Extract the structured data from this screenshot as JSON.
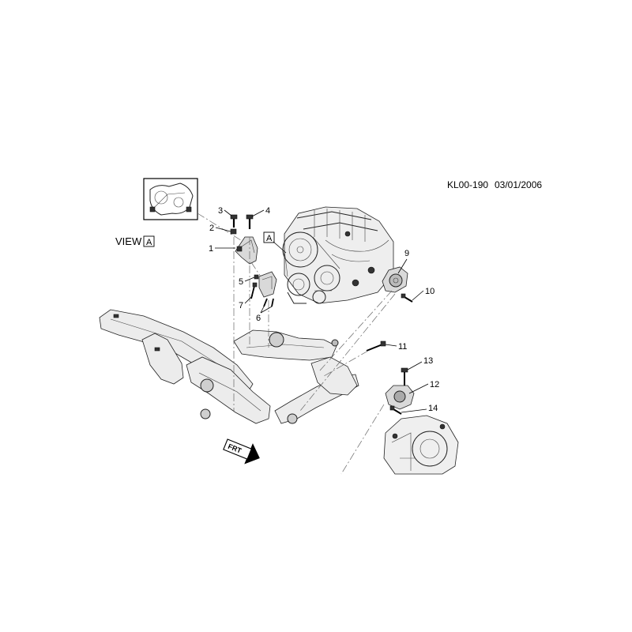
{
  "header": {
    "drawing_id": "KL00-190",
    "date": "03/01/2006"
  },
  "view": {
    "label": "VIEW",
    "ref": "A"
  },
  "callouts": {
    "1": "1",
    "2": "2",
    "3": "3",
    "4": "4",
    "5": "5",
    "6": "6",
    "7": "7",
    "9": "9",
    "10": "10",
    "11": "11",
    "12": "12",
    "13": "13",
    "14": "14"
  },
  "engine_view_box": "A",
  "direction_arrow": "FRT",
  "icons": {
    "direction": "front-arrow-icon"
  }
}
